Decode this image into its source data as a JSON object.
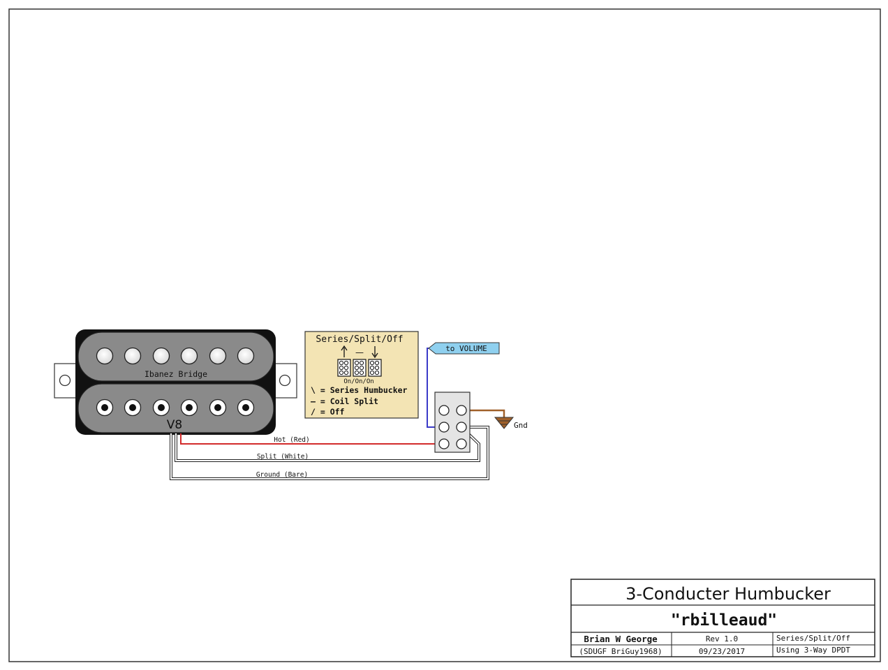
{
  "pickup": {
    "top_label": "Ibanez Bridge",
    "bottom_label": "V8"
  },
  "legend": {
    "title": "Series/Split/Off",
    "switch_caption": "On/On/On",
    "split_symbol": "—",
    "lines": [
      "\\ = Series Humbucker",
      "– = Coil Split",
      "/ = Off"
    ]
  },
  "tags": {
    "to_volume": "to VOLUME",
    "ground": "Gnd"
  },
  "wires": {
    "hot": "Hot (Red)",
    "split": "Split (White)",
    "ground": "Ground (Bare)"
  },
  "colors": {
    "hot_wire": "#d22b2b",
    "volume_wire": "#3a3ac8",
    "ground_wire": "#a0602a",
    "legend_bg": "#f3e4b4",
    "tag_bg": "#8fd0ef",
    "pickup_body": "#888888"
  },
  "title_block": {
    "title": "3-Conducter Humbucker",
    "name": "\"rbilleaud\"",
    "author": "Brian W George",
    "handle": "(SDUGF BriGuy1968)",
    "rev": "Rev 1.0",
    "date": "09/23/2017",
    "desc_1": "Series/Split/Off",
    "desc_2": "Using 3-Way DPDT"
  }
}
